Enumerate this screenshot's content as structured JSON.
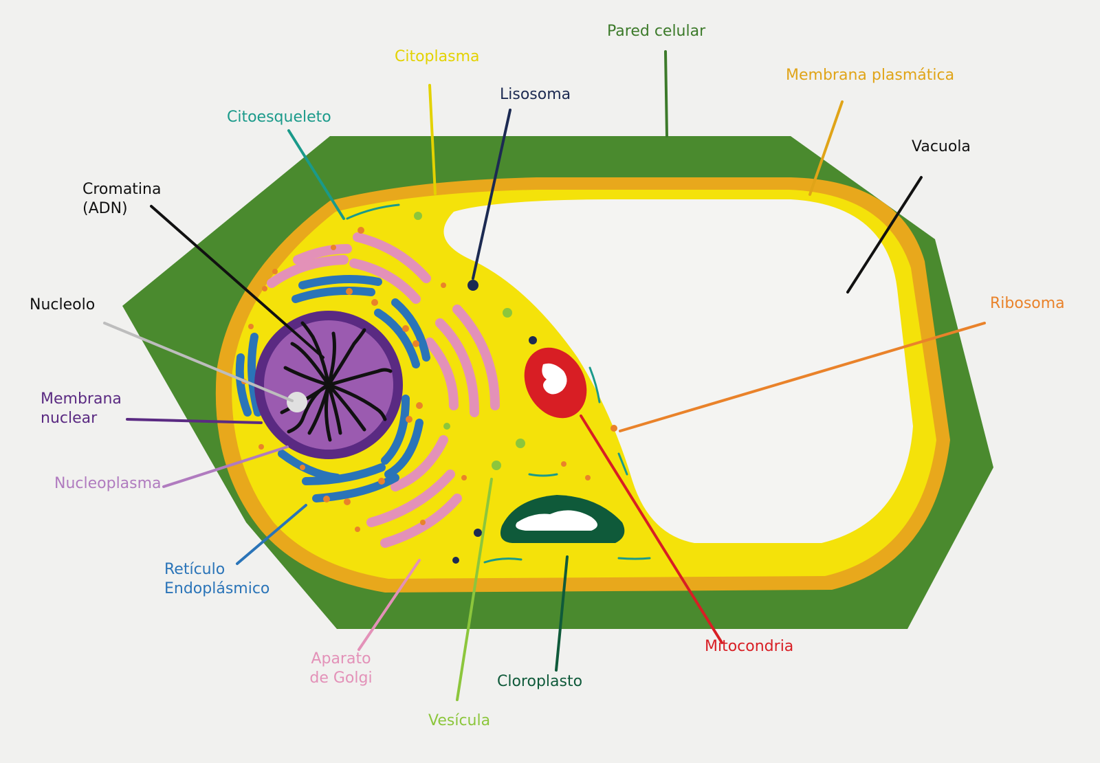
{
  "labels": {
    "pared_celular": "Pared celular",
    "citoplasma": "Citoplasma",
    "membrana_plasmatica": "Membrana plasmática",
    "lisosoma": "Lisosoma",
    "citoesqueleto": "Citoesqueleto",
    "vacuola": "Vacuola",
    "cromatina": "Cromatina\n(ADN)",
    "nucleolo": "Nucleolo",
    "ribosoma": "Ribosoma",
    "membrana_nuclear": "Membrana\nnuclear",
    "nucleoplasma": "Nucleoplasma",
    "reticulo": "Retículo\nEndoplásmico",
    "aparato_golgi": "Aparato\nde Golgi",
    "cloroplasto": "Cloroplasto",
    "vesicula": "Vesícula",
    "mitocondria": "Mitocondria"
  },
  "colors": {
    "background": "#f1f1ef",
    "cell_wall": "#4a8a2e",
    "membrane": "#e8a81c",
    "cytoplasm": "#f4e20a",
    "vacuole": "#f4f4f2",
    "nucleus": "#9b5bb0",
    "nuclear_membrane": "#5a2a82",
    "er": "#2a74b8",
    "golgi": "#e391b8",
    "mitochondria": "#d81e24",
    "chloroplast": "#0f5a3a",
    "vesicle": "#8cc63c",
    "lysosome": "#1c2a52",
    "ribosome": "#e9822a",
    "cytoskeleton": "#1a9a8a",
    "chromatin": "#111111",
    "nucleolus": "#e0e0e0"
  }
}
